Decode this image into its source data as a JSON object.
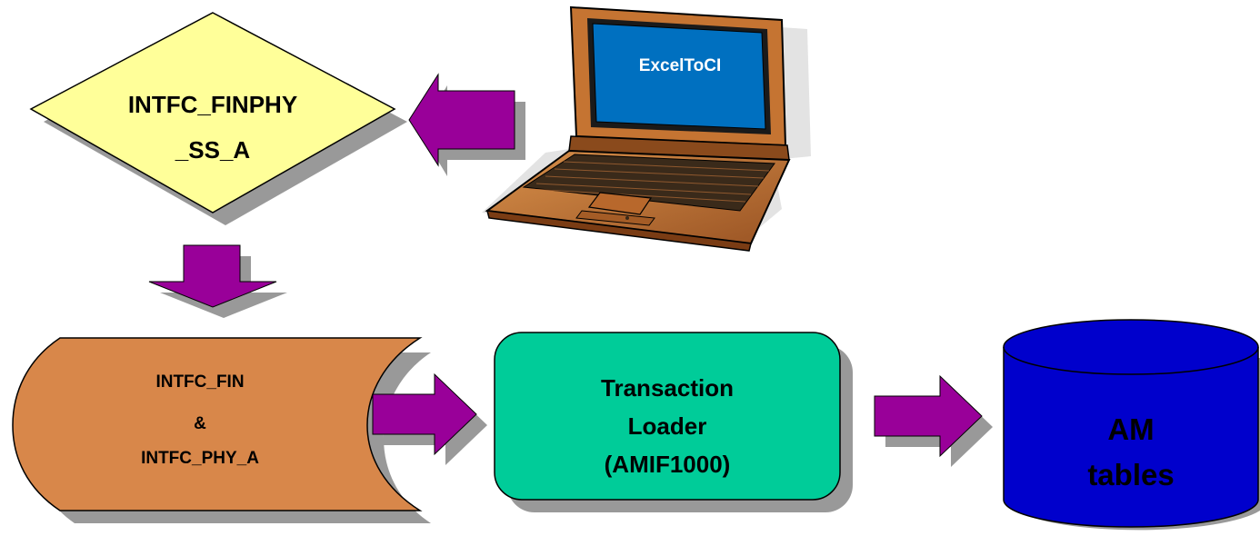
{
  "nodes": {
    "diamond": {
      "line1": "INTFC_FINPHY",
      "line2": "_SS_A",
      "fill": "#ffff99"
    },
    "laptop": {
      "screen_text": "ExcelToCI",
      "body_color": "#c8783c",
      "screen_color": "#0070c0"
    },
    "storage": {
      "line1": "INTFC_FIN",
      "line2": "&",
      "line3": "INTFC_PHY_A",
      "fill": "#d8874a"
    },
    "process": {
      "line1": "Transaction",
      "line2": "Loader",
      "line3": "(AMIF1000)",
      "fill": "#00cc99"
    },
    "database": {
      "line1": "AM",
      "line2": "tables",
      "fill": "#0000cc"
    }
  },
  "arrows": {
    "fill": "#990099",
    "shadow": "#999999"
  }
}
